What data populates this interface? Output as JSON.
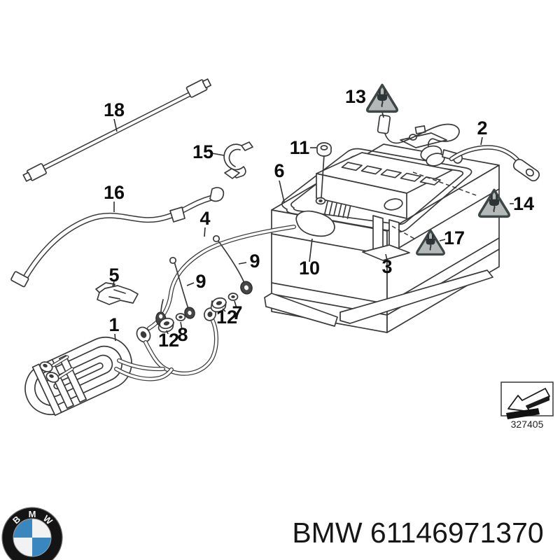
{
  "diagram": {
    "callouts": {
      "n1": "1",
      "n2": "2",
      "n3": "3",
      "n4": "4",
      "n5": "5",
      "n6": "6",
      "n7": "7",
      "n8": "8",
      "n9": "9",
      "n10": "10",
      "n11": "11",
      "n12": "12",
      "n13": "13",
      "n14": "14",
      "n15": "15",
      "n16": "16",
      "n17": "17",
      "n18": "18"
    },
    "ref_code": "327405"
  },
  "footer": {
    "part_number": "BMW 61146971370",
    "logo": {
      "letters": [
        "B",
        "M",
        "W"
      ],
      "blue": "#3a87c0"
    }
  },
  "colors": {
    "line": "#3a3a3a",
    "triangle_fill": "#b4b9b7",
    "triangle_border": "#3f4647",
    "plug_glyph": "#2e3435"
  }
}
